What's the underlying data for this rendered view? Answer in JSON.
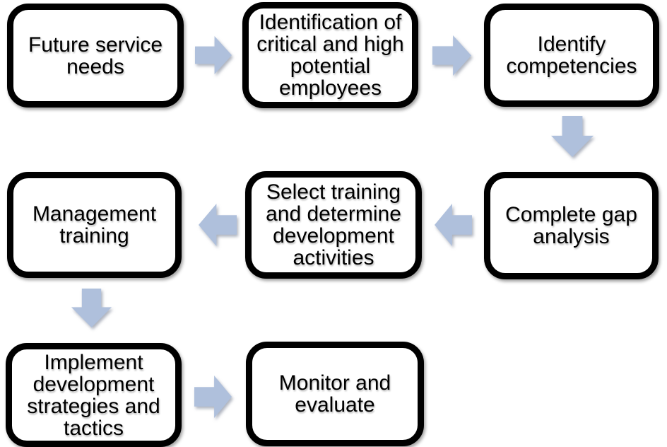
{
  "diagram": {
    "type": "flowchart",
    "colors": {
      "background": "#ffffff",
      "box_fill": "#ffffff",
      "box_border": "#000000",
      "text": "#000000",
      "arrow_fill": "#afc0dc"
    },
    "nodes": [
      {
        "id": "future-service-needs",
        "label": "Future service needs"
      },
      {
        "id": "identification-critical-high-potential-employees",
        "label": "Identification of critical and high potential employees"
      },
      {
        "id": "identify-competencies",
        "label": "Identify competencies"
      },
      {
        "id": "complete-gap-analysis",
        "label": "Complete gap analysis"
      },
      {
        "id": "select-training-determine-development-activities",
        "label": "Select training and determine development activities"
      },
      {
        "id": "management-training",
        "label": "Management training"
      },
      {
        "id": "implement-development-strategies-tactics",
        "label": "Implement development strategies and tactics"
      },
      {
        "id": "monitor-and-evaluate",
        "label": "Monitor and evaluate"
      }
    ],
    "edges": [
      {
        "from": "future-service-needs",
        "to": "identification-critical-high-potential-employees",
        "direction": "right"
      },
      {
        "from": "identification-critical-high-potential-employees",
        "to": "identify-competencies",
        "direction": "right"
      },
      {
        "from": "identify-competencies",
        "to": "complete-gap-analysis",
        "direction": "down"
      },
      {
        "from": "complete-gap-analysis",
        "to": "select-training-determine-development-activities",
        "direction": "left"
      },
      {
        "from": "select-training-determine-development-activities",
        "to": "management-training",
        "direction": "left"
      },
      {
        "from": "management-training",
        "to": "implement-development-strategies-tactics",
        "direction": "down"
      },
      {
        "from": "implement-development-strategies-tactics",
        "to": "monitor-and-evaluate",
        "direction": "right"
      }
    ]
  }
}
